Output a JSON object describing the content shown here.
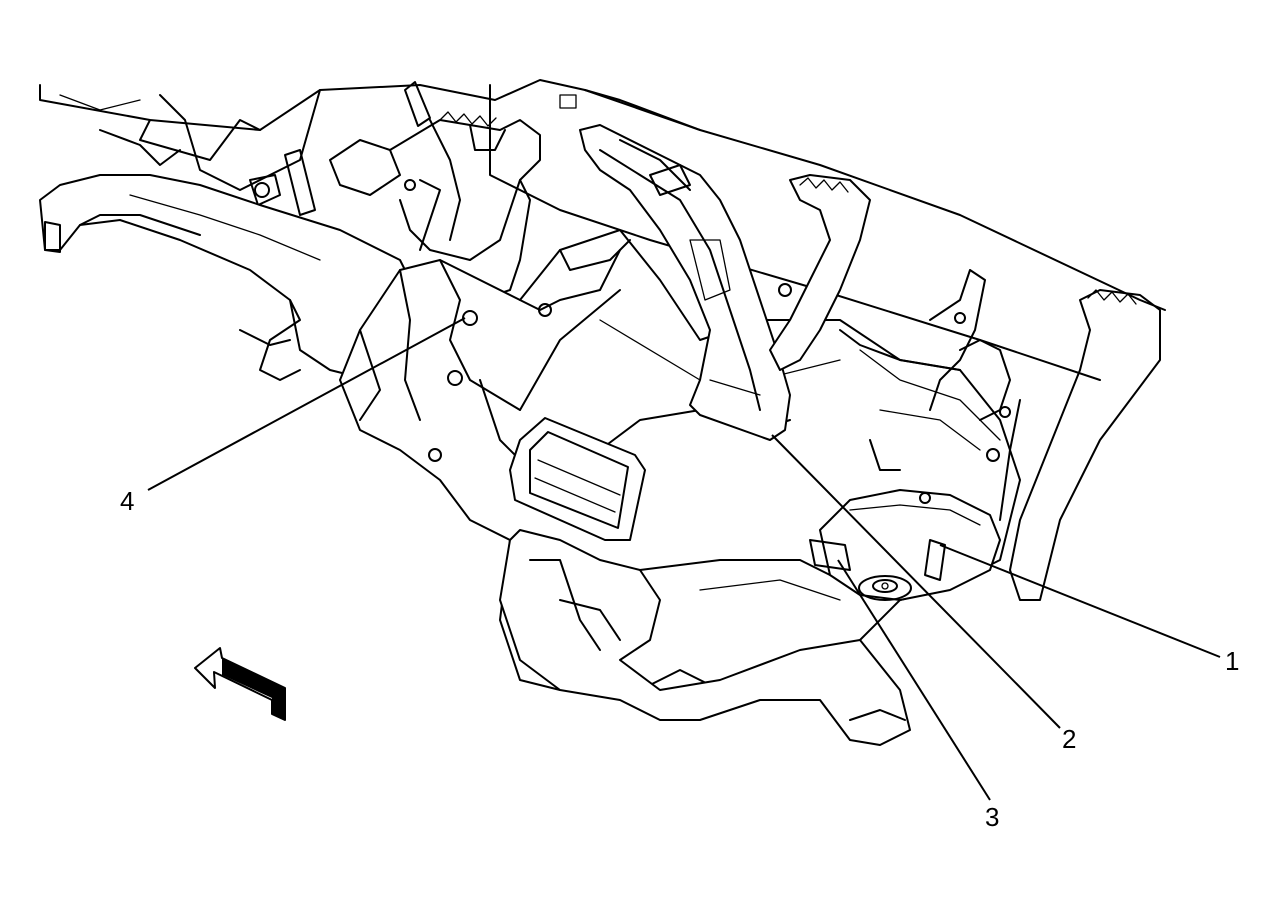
{
  "callouts": [
    {
      "id": "1",
      "label": "1"
    },
    {
      "id": "2",
      "label": "2"
    },
    {
      "id": "3",
      "label": "3"
    },
    {
      "id": "4",
      "label": "4"
    }
  ],
  "icons": {
    "view_arrow": "direction-arrow-icon"
  },
  "colors": {
    "line": "#000000",
    "background": "#ffffff"
  }
}
